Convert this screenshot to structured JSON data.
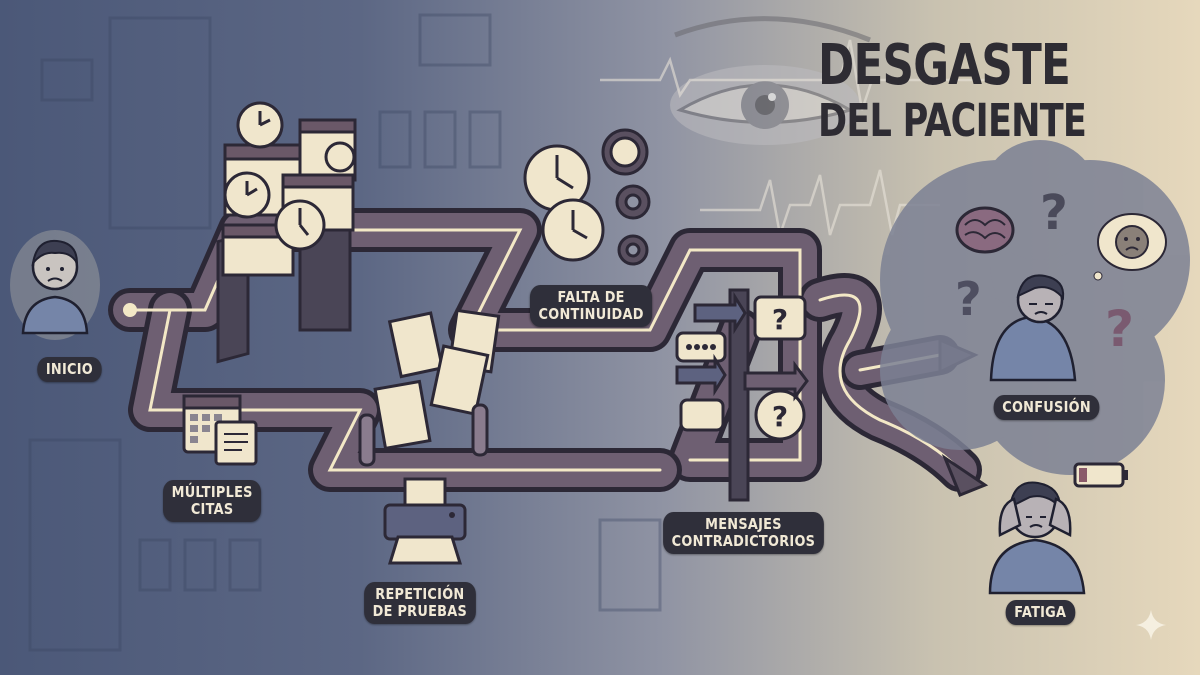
{
  "title": {
    "line1": "DESGASTE",
    "line2": "DEL PACIENTE"
  },
  "stages": [
    {
      "id": "inicio",
      "label_lines": [
        "INICIO"
      ],
      "icon": "sad-patient-icon"
    },
    {
      "id": "multiples-citas",
      "label_lines": [
        "MÚLTIPLES",
        "CITAS"
      ],
      "icon": "calendar-icon"
    },
    {
      "id": "repeticion-pruebas",
      "label_lines": [
        "REPETICIÓN",
        "DE PRUEBAS"
      ],
      "icon": "printer-icon"
    },
    {
      "id": "falta-continuidad",
      "label_lines": [
        "FALTA DE",
        "CONTINUIDAD"
      ],
      "icon": "broken-clock-icon"
    },
    {
      "id": "mensajes-contradictorios",
      "label_lines": [
        "MENSAJES",
        "CONTRADICTORIOS"
      ],
      "icon": "speech-bubbles-icon"
    },
    {
      "id": "confusion",
      "label_lines": [
        "CONFUSIÓN"
      ],
      "icon": "confused-patient-icon"
    },
    {
      "id": "fatiga",
      "label_lines": [
        "FATIGA"
      ],
      "icon": "exhausted-patient-icon"
    }
  ],
  "colors": {
    "background_left": "#4b5878",
    "background_right": "#e6d8bc",
    "path": "#6e5f72",
    "path_dark": "#3d3848",
    "path_line": "#f3e8c6",
    "label_bg": "#2f2f3a",
    "label_text": "#f1e9d6",
    "title_text": "#2e2c33",
    "cream": "#f0e6cc"
  }
}
